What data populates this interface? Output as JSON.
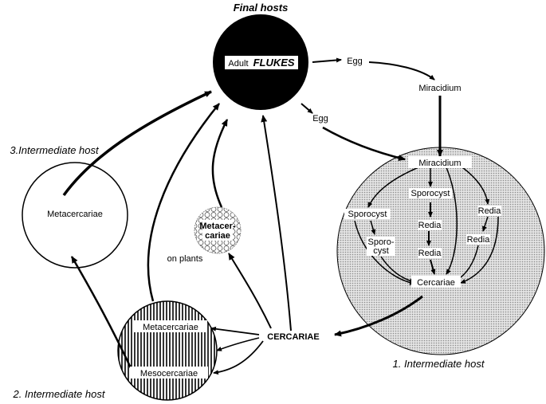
{
  "headings": {
    "final_hosts": "Final hosts",
    "host_1": "1. Intermediate host",
    "host_2": "2. Intermediate host",
    "host_3": "3.Intermediate host"
  },
  "final_host": {
    "adult_prefix": "Adult",
    "adult_main": "FLUKES"
  },
  "outside": {
    "egg_1": "Egg",
    "egg_2": "Egg",
    "miracidium_free": "Miracidium",
    "cercariae": "CERCARIAE",
    "on_plants": "on plants"
  },
  "host1_stages": {
    "miracidium": "Miracidium",
    "sporocyst_center": "Sporocyst",
    "sporocyst_left": "Sporocyst",
    "redia_right": "Redia",
    "redia_center": "Redia",
    "redia_right_lower": "Redia",
    "redia_center_lower": "Redia",
    "sporocyst_small_1": "Sporo-",
    "sporocyst_small_2": "cyst",
    "cercariae": "Cercariae"
  },
  "host2_stages": {
    "metacercariae": "Metacercariae",
    "mesocercariae": "Mesocercariae"
  },
  "host3_stages": {
    "metacercariae": "Metacercariae"
  },
  "plants_cyst": {
    "line1": "Metacer-",
    "line2": "cariae"
  },
  "colors": {
    "ink": "#000000",
    "stipple": "#cfcfcf",
    "paper": "#ffffff"
  }
}
